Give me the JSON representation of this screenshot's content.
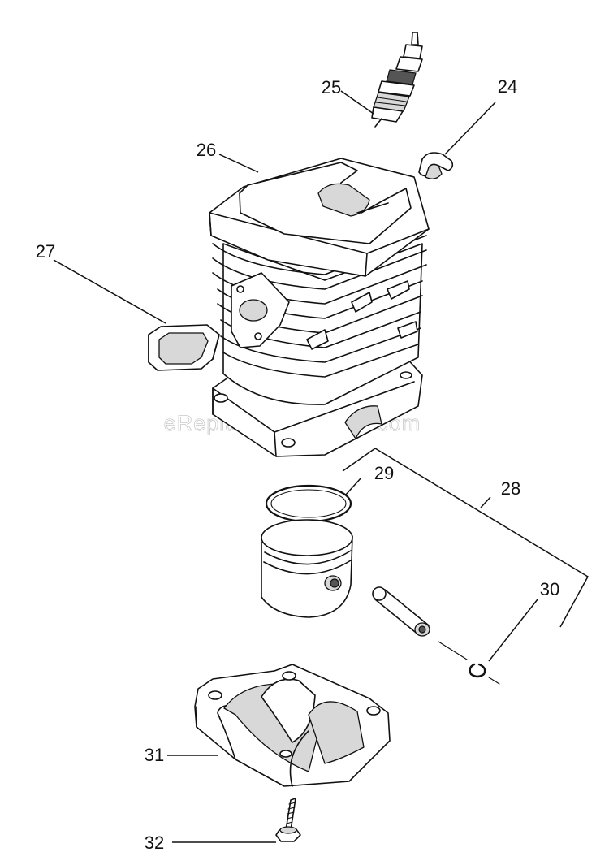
{
  "watermark": "eReplacementParts.com",
  "labels": {
    "p24": "24",
    "p25": "25",
    "p26": "26",
    "p27": "27",
    "p28": "28",
    "p29": "29",
    "p30": "30",
    "p31": "31",
    "p32": "32"
  }
}
